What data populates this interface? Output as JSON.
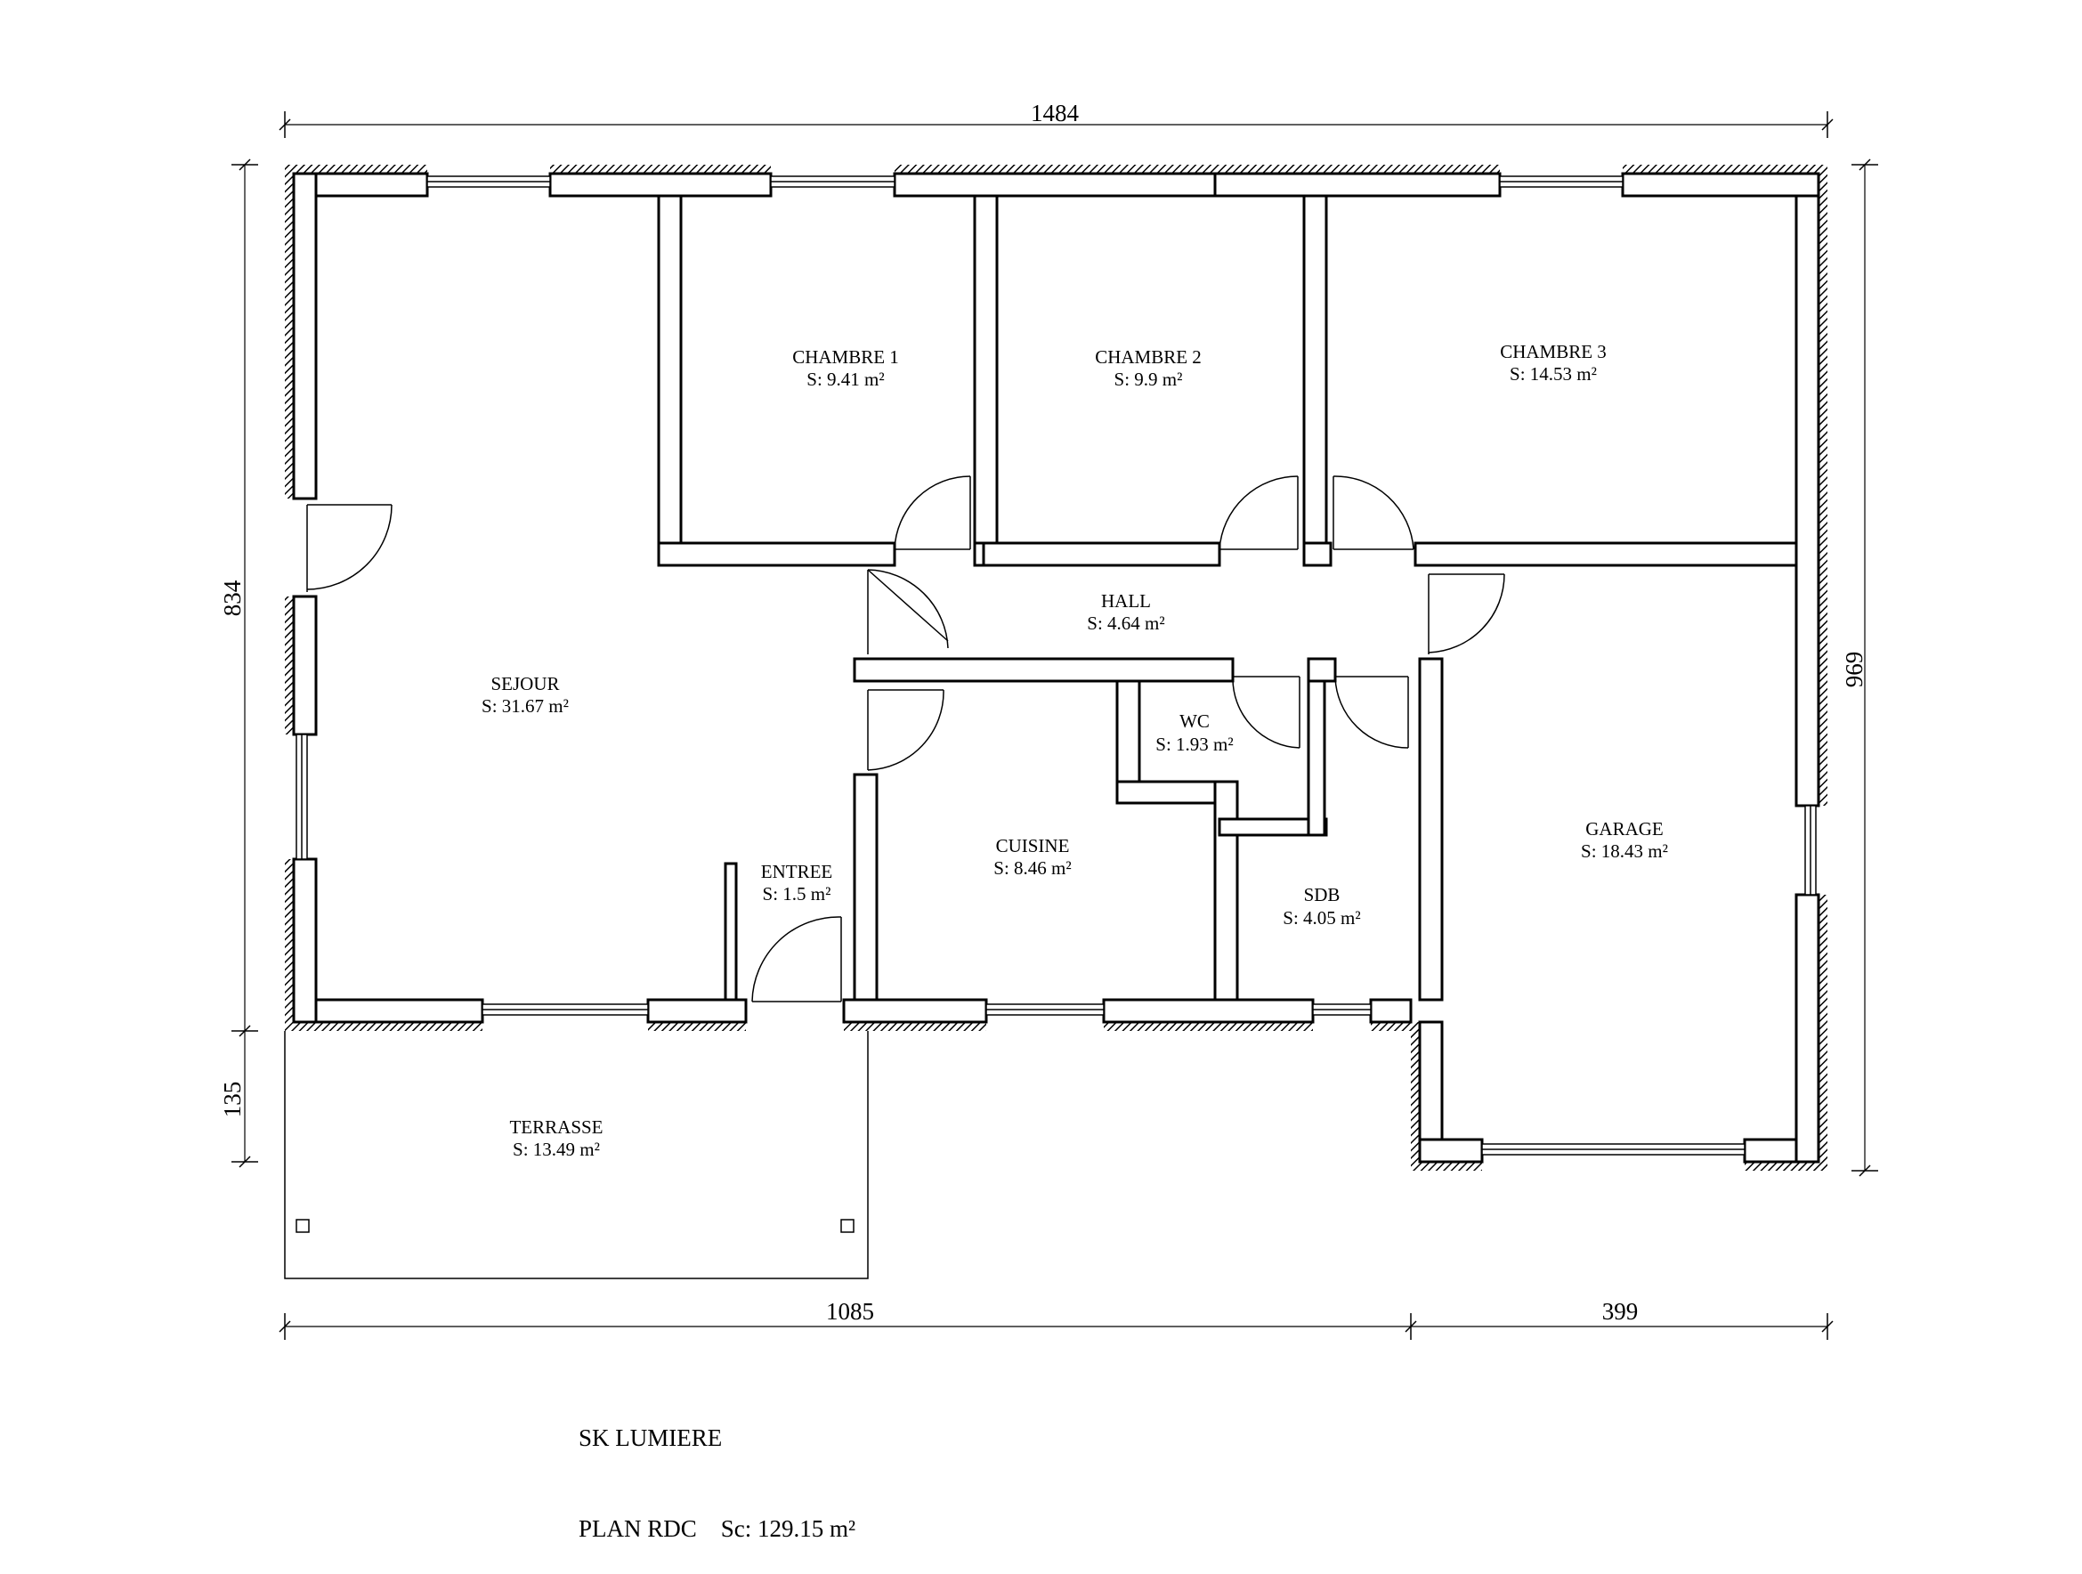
{
  "rooms": [
    {
      "name": "CHAMBRE 1",
      "area": "S: 9.41 m²"
    },
    {
      "name": "CHAMBRE 2",
      "area": "S: 9.9 m²"
    },
    {
      "name": "CHAMBRE 3",
      "area": "S: 14.53 m²"
    },
    {
      "name": "HALL",
      "area": "S: 4.64 m²"
    },
    {
      "name": "SEJOUR",
      "area": "S: 31.67 m²"
    },
    {
      "name": "WC",
      "area": "S: 1.93 m²"
    },
    {
      "name": "GARAGE",
      "area": "S: 18.43 m²"
    },
    {
      "name": "CUISINE",
      "area": "S: 8.46 m²"
    },
    {
      "name": "ENTREE",
      "area": "S: 1.5 m²"
    },
    {
      "name": "SDB",
      "area": "S: 4.05 m²"
    },
    {
      "name": "TERRASSE",
      "area": "S: 13.49 m²"
    }
  ],
  "dimensions": {
    "top_total": "1484",
    "left_total": "834",
    "left_terrace": "135",
    "right_total": "969",
    "bottom_main": "1085",
    "bottom_garage": "399"
  },
  "title_block": {
    "line1": "SK LUMIERE",
    "line2": "PLAN RDC    Sc: 129.15 m²"
  }
}
